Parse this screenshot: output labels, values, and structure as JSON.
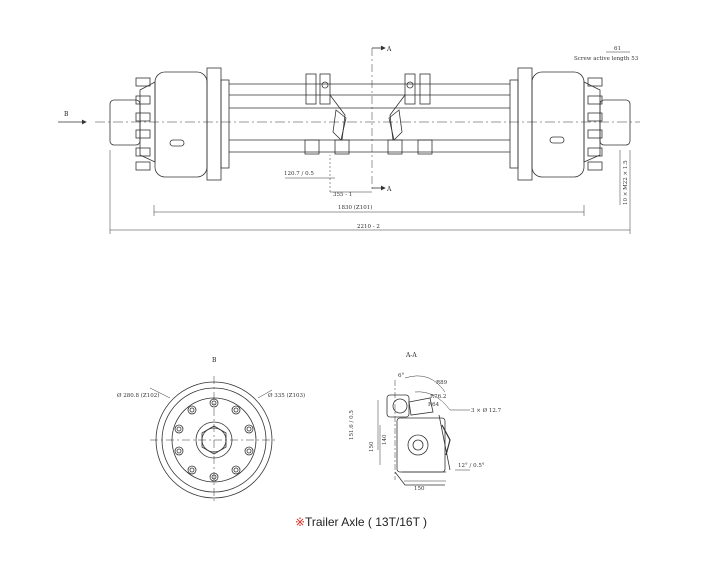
{
  "top_view": {
    "label_b_arrow": "B",
    "section_a_top": "A",
    "section_a_bottom": "A",
    "dim_61": "61",
    "note_screw": "Screw active length 53",
    "dim_120": "120.7 / 0.5",
    "dim_355": "355 - 1",
    "dim_1830": "1830 (Z101)",
    "dim_2210": "2210 - 2",
    "dim_right_vertical": "10 × M22 × 1.5"
  },
  "view_b": {
    "title": "B",
    "dim_left": "Ø 280.8 (Z102)",
    "dim_right": "Ø 335 (Z103)"
  },
  "view_aa": {
    "title": "A-A",
    "dim_angle_top": "6°",
    "dim_r89": "R89",
    "dim_r76": "R76.2",
    "dim_r64": "R64",
    "dim_3x": "3 × Ø 12.7",
    "dim_151": "151.6 / 0.5",
    "dim_140": "140",
    "dim_150v": "150",
    "dim_150h": "150",
    "dim_12": "12° / 0.5°"
  },
  "caption": {
    "mark": "※",
    "text": "Trailer Axle ( 13T/16T )"
  }
}
